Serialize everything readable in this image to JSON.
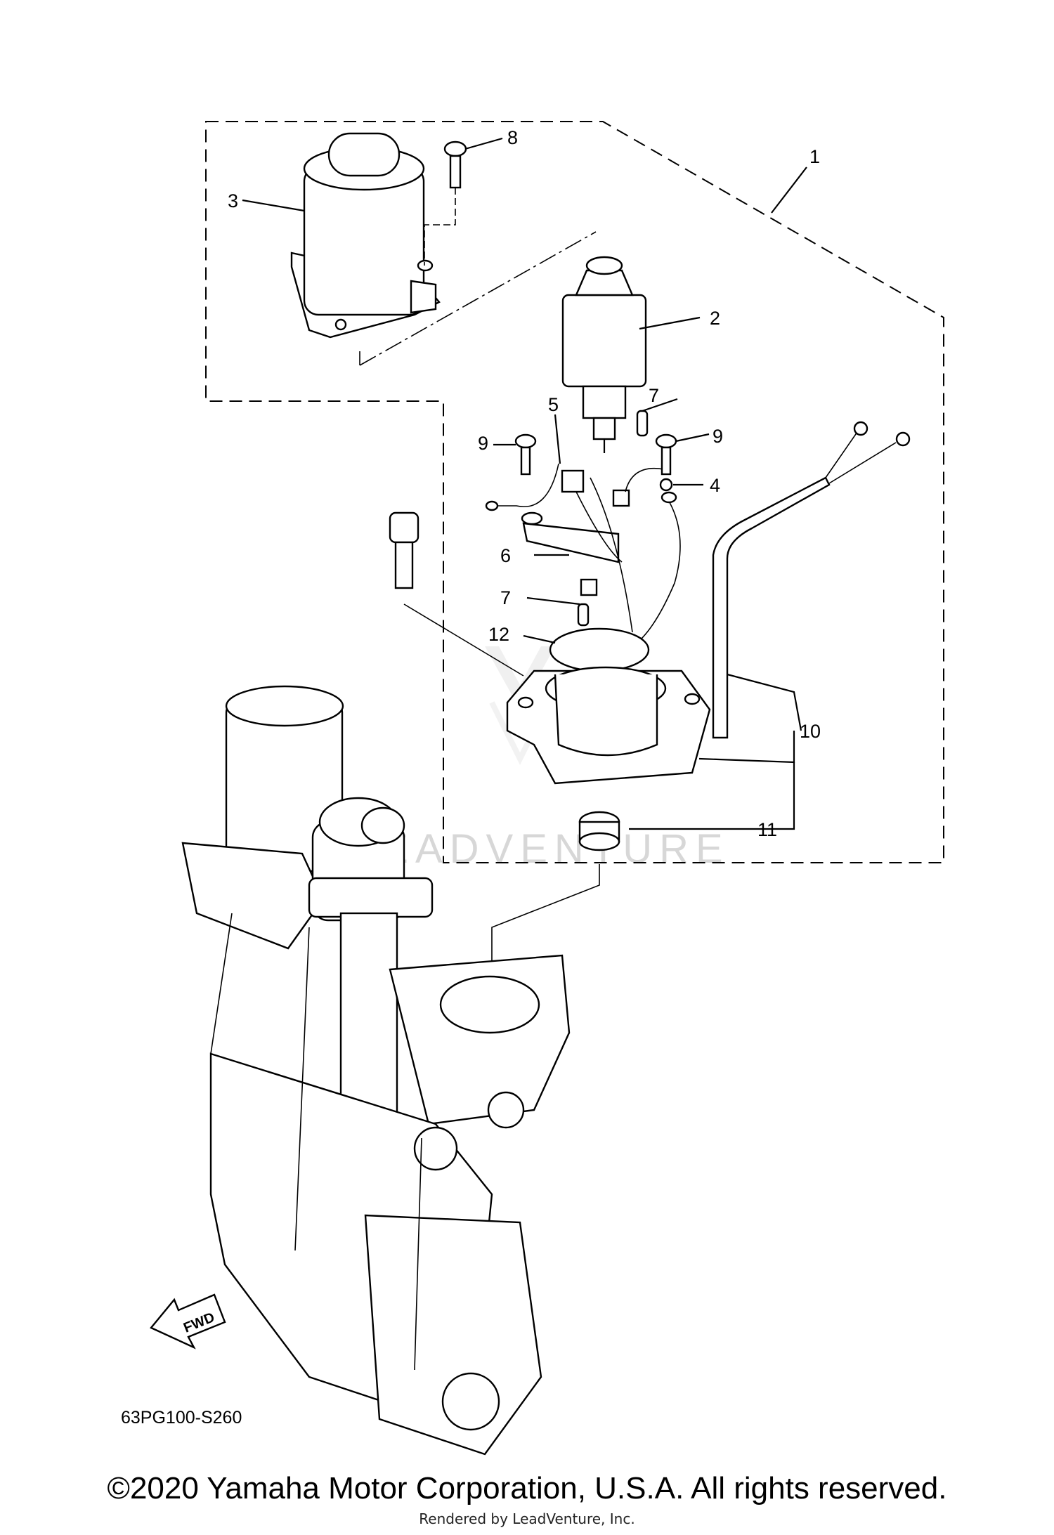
{
  "callouts": [
    {
      "id": "1",
      "label": "1"
    },
    {
      "id": "2",
      "label": "2"
    },
    {
      "id": "3",
      "label": "3"
    },
    {
      "id": "4",
      "label": "4"
    },
    {
      "id": "5",
      "label": "5"
    },
    {
      "id": "6",
      "label": "6"
    },
    {
      "id": "7a",
      "label": "7"
    },
    {
      "id": "7b",
      "label": "7"
    },
    {
      "id": "8",
      "label": "8"
    },
    {
      "id": "9a",
      "label": "9"
    },
    {
      "id": "9b",
      "label": "9"
    },
    {
      "id": "10",
      "label": "10"
    },
    {
      "id": "11",
      "label": "11"
    },
    {
      "id": "12",
      "label": "12"
    }
  ],
  "direction_arrow": {
    "label": "FWD",
    "icon": "fwd-arrow-icon"
  },
  "diagram_code": "63PG100-S260",
  "watermark": {
    "text": "LEADVENTURE",
    "icon": "leadventure-logo-icon"
  },
  "copyright": "©2020 Yamaha Motor Corporation, U.S.A. All rights reserved.",
  "rendered_by": "Rendered by LeadVenture, Inc."
}
